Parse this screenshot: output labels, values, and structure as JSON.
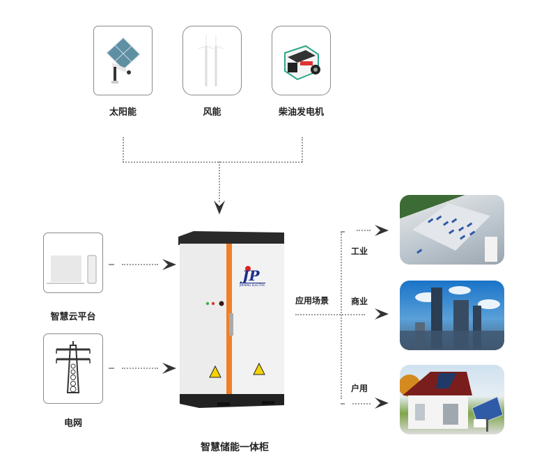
{
  "sources": [
    {
      "label": "太阳能",
      "icon": "solar-panel-icon"
    },
    {
      "label": "风能",
      "icon": "wind-turbine-icon"
    },
    {
      "label": "柴油发电机",
      "icon": "diesel-generator-icon"
    }
  ],
  "inputs": [
    {
      "label": "智慧云平台",
      "icon": "laptop-phone-icon"
    },
    {
      "label": "电网",
      "icon": "power-tower-icon"
    }
  ],
  "center": {
    "label": "智慧储能一体柜",
    "brand": "JP",
    "brand_sub": "JINPENG ELECTRIC"
  },
  "applications": {
    "label": "应用场景",
    "items": [
      {
        "label": "工业",
        "scene": "industrial-rooftop-solar"
      },
      {
        "label": "商业",
        "scene": "commercial-city-towers"
      },
      {
        "label": "户用",
        "scene": "residential-solar-house"
      }
    ]
  },
  "colors": {
    "accent": "#f07f2a",
    "cabinet_body": "#f2f2f2",
    "cabinet_frame": "#2a2a2a",
    "line": "#9a9a9a",
    "arrow": "#333333"
  }
}
